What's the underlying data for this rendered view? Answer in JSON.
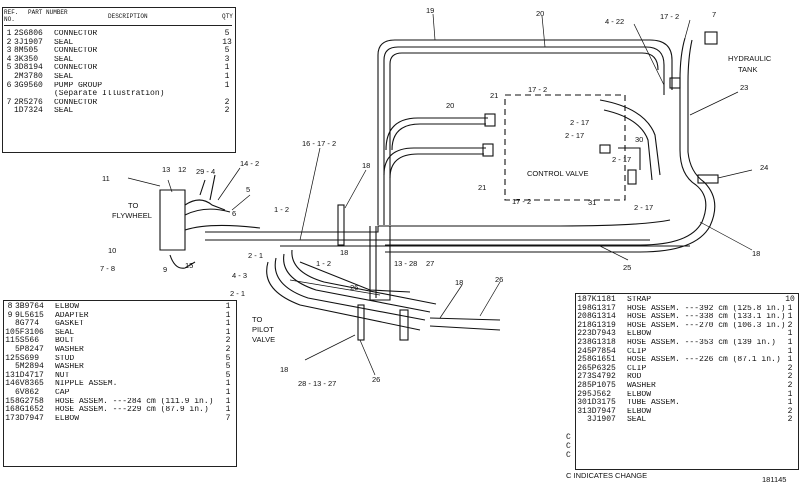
{
  "top_table": {
    "headers": {
      "ref": "REF. NO.",
      "part": "PART NUMBER",
      "desc": "DESCRIPTION",
      "qty": "QTY"
    },
    "rows": [
      {
        "ref": "1",
        "part": "2S6806",
        "desc": "CONNECTOR",
        "qty": "5"
      },
      {
        "ref": "2",
        "part": "3J1907",
        "desc": "SEAL",
        "qty": "13"
      },
      {
        "ref": "3",
        "part": "8M505",
        "desc": "CONNECTOR",
        "qty": "5"
      },
      {
        "ref": "4",
        "part": "3K350",
        "desc": "SEAL",
        "qty": "3"
      },
      {
        "ref": "5",
        "part": "3D8194",
        "desc": "CONNECTOR",
        "qty": "1"
      },
      {
        "ref": "",
        "part": "2M3780",
        "desc": "SEAL",
        "qty": "1"
      },
      {
        "ref": "6",
        "part": "3G9560",
        "desc": "PUMP GROUP",
        "qty": "1"
      },
      {
        "ref": "",
        "part": "",
        "desc": "(Separate Illustration)",
        "qty": ""
      },
      {
        "ref": "7",
        "part": "2R5276",
        "desc": "CONNECTOR",
        "qty": "2"
      },
      {
        "ref": "",
        "part": "1D7324",
        "desc": "SEAL",
        "qty": "2"
      }
    ]
  },
  "bottom_left_table": {
    "rows": [
      {
        "ref": "8",
        "part": "3B9764",
        "desc": "ELBOW",
        "qty": "1"
      },
      {
        "ref": "9",
        "part": "9L5615",
        "desc": "ADAPTER",
        "qty": "1"
      },
      {
        "ref": "",
        "part": "8G774",
        "desc": "GASKET",
        "qty": "1"
      },
      {
        "ref": "10",
        "part": "5F3106",
        "desc": "SEAL",
        "qty": "1"
      },
      {
        "ref": "11",
        "part": "5S566",
        "desc": "BOLT",
        "qty": "2"
      },
      {
        "ref": "",
        "part": "5P8247",
        "desc": "WASHER",
        "qty": "2"
      },
      {
        "ref": "12",
        "part": "5S699",
        "desc": "STUD",
        "qty": "5"
      },
      {
        "ref": "",
        "part": "5M2894",
        "desc": "WASHER",
        "qty": "5"
      },
      {
        "ref": "13",
        "part": "1D4717",
        "desc": "NUT",
        "qty": "5"
      },
      {
        "ref": "14",
        "part": "6V8365",
        "desc": "NIPPLE ASSEM.",
        "qty": "1"
      },
      {
        "ref": "",
        "part": "6V862",
        "desc": "CAP",
        "qty": "1"
      },
      {
        "ref": "15",
        "part": "8G2758",
        "desc": "HOSE ASSEM. ---284 cm (111.9 in.)",
        "qty": "1"
      },
      {
        "ref": "16",
        "part": "8G1652",
        "desc": "HOSE ASSEM. ---229 cm (87.9 in.)",
        "qty": "1"
      },
      {
        "ref": "17",
        "part": "3D7947",
        "desc": "ELBOW",
        "qty": "7"
      }
    ]
  },
  "bottom_right_table": {
    "rows": [
      {
        "ref": "18",
        "part": "7K1181",
        "desc": "STRAP",
        "qty": "10"
      },
      {
        "ref": "19",
        "part": "8G1317",
        "desc": "HOSE ASSEM. ---392 cm (125.8 in.)",
        "qty": "1"
      },
      {
        "ref": "20",
        "part": "8G1314",
        "desc": "HOSE ASSEM. ---338 cm (133.1 in.)",
        "qty": "1"
      },
      {
        "ref": "21",
        "part": "8G1319",
        "desc": "HOSE ASSEM. ---270 cm (106.3 in.)",
        "qty": "2"
      },
      {
        "ref": "22",
        "part": "3D7943",
        "desc": "ELBOW",
        "qty": "1"
      },
      {
        "ref": "23",
        "part": "8G1318",
        "desc": "HOSE ASSEM. ---353 cm (139 in.)",
        "qty": "1"
      },
      {
        "ref": "24",
        "part": "5P7854",
        "desc": "CLIP",
        "qty": "1"
      },
      {
        "ref": "25",
        "part": "8G1651",
        "desc": "HOSE ASSEM. ---226 cm (87.1 in.)",
        "qty": "1"
      },
      {
        "ref": "26",
        "part": "5P6325",
        "desc": "CLIP",
        "qty": "2"
      },
      {
        "ref": "27",
        "part": "3S4792",
        "desc": "ROD",
        "qty": "2"
      },
      {
        "ref": "28",
        "part": "5P1075",
        "desc": "WASHER",
        "qty": "2"
      },
      {
        "ref": "29",
        "part": "5J562",
        "desc": "ELBOW",
        "qty": "1"
      },
      {
        "ref": "30",
        "part": "1D3175",
        "desc": "TUBE ASSEM.",
        "qty": "1"
      },
      {
        "ref": "31",
        "part": "3D7947",
        "desc": "ELBOW",
        "qty": "2"
      },
      {
        "ref": "",
        "part": "3J1907",
        "desc": "SEAL",
        "qty": "2"
      }
    ],
    "change_marks": [
      "C",
      "C",
      "C"
    ],
    "footnote": "C INDICATES CHANGE"
  },
  "labels": {
    "to_flywheel_1": "TO",
    "to_flywheel_2": "FLYWHEEL",
    "to_pilot_1": "TO",
    "to_pilot_2": "PILOT",
    "to_pilot_3": "VALVE",
    "control_valve": "CONTROL VALVE",
    "tank_1": "HYDRAULIC",
    "tank_2": "TANK",
    "figure_no": "181145"
  },
  "callouts": {
    "c19": "19",
    "c20": "20",
    "c4_22": "4 - 22",
    "c17_2_top": "17 - 2",
    "c7": "7",
    "c23": "23",
    "c21_a": "21",
    "c17_2_a": "17 - 2",
    "c20_b": "20",
    "c2_17_a": "2 - 17",
    "c2_17_b": "2 - 17",
    "c30": "30",
    "c2_17_c": "2 - 17",
    "c21_b": "21",
    "c17_2_b": "17 - 2",
    "c31": "31",
    "c2_17_d": "2 - 17",
    "c24": "24",
    "c16_17_2": "16 - 17 - 2",
    "c18_a": "18",
    "c13": "13",
    "c12": "12",
    "c29_4": "29 - 4",
    "c14_2": "14 - 2",
    "c11": "11",
    "c5": "5",
    "c6": "6",
    "c1_2_a": "1 - 2",
    "c2_1": "2 - 1",
    "c1_2_b": "1 - 2",
    "c4_3": "4 - 3",
    "c2_1_b": "2 - 1",
    "c10": "10",
    "c7_8": "7 - 8",
    "c9": "9",
    "c15": "15",
    "c18_b": "18",
    "c13_28": "13 - 28",
    "c27": "27",
    "c26_a": "26",
    "c18_c": "18",
    "c26_b": "26",
    "c25": "25",
    "c18_d": "18",
    "c28_13_27": "28 - 13 - 27",
    "c26_c": "26",
    "c18_e": "18"
  }
}
